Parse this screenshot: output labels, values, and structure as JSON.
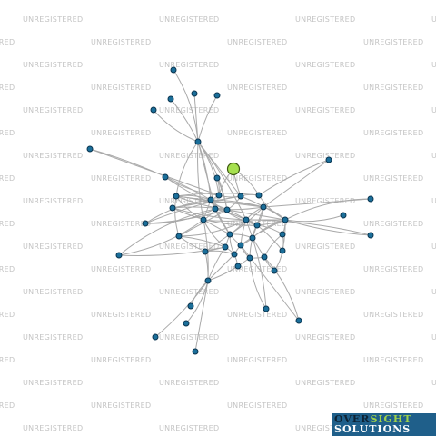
{
  "watermark": {
    "text": "UNREGISTERED"
  },
  "logo": {
    "line1_a": "OVER",
    "line1_b": "SIGHT",
    "line2": "SOLUTIONS"
  },
  "colors": {
    "node": "#1b6f9a",
    "focus_node": "#a6e04f",
    "edge": "#a9a9a9",
    "logo_bg": "#1f5f8a"
  }
}
